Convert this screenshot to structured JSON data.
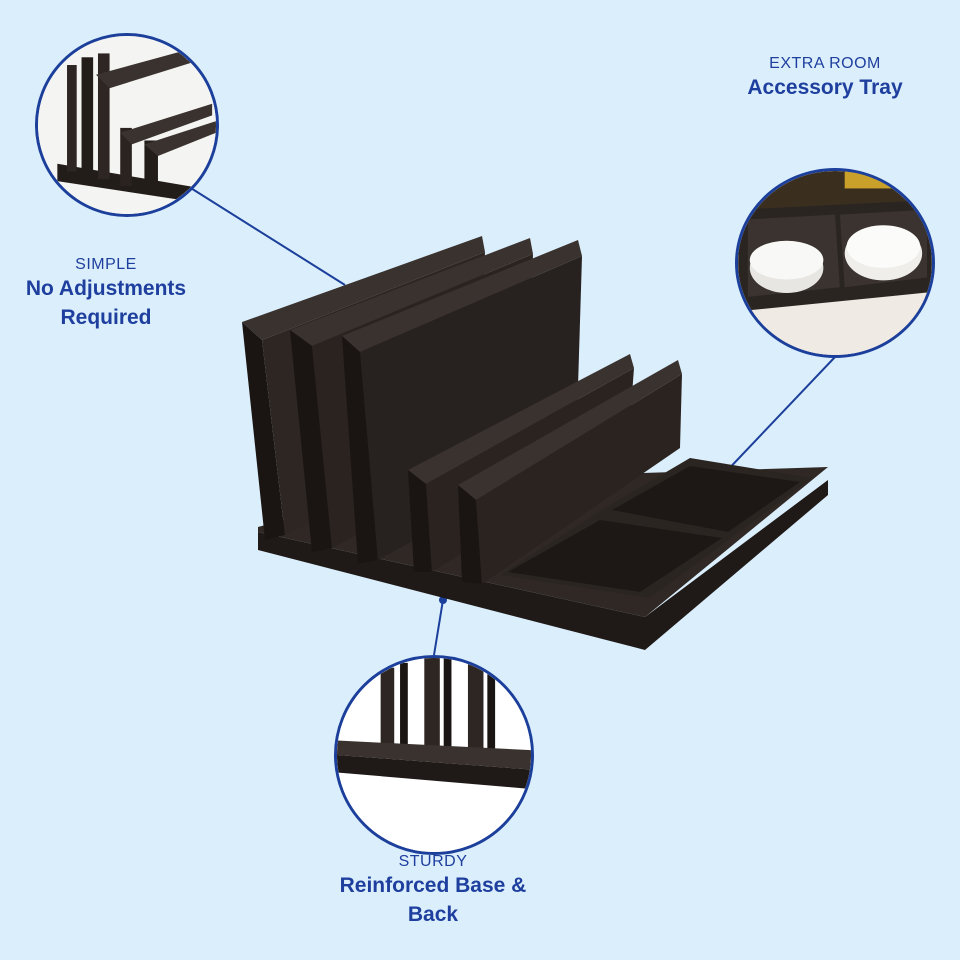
{
  "callouts": {
    "simple": {
      "eyebrow": "SIMPLE",
      "headline_line1": "No Adjustments",
      "headline_line2": "Required"
    },
    "tray": {
      "eyebrow": "EXTRA ROOM",
      "headline_line1": "Accessory Tray"
    },
    "base": {
      "eyebrow": "STURDY",
      "headline_line1": "Reinforced Base &",
      "headline_line2": "Back"
    }
  },
  "colors": {
    "background": "#dbeefc",
    "accent": "#1e3f9e",
    "product": "#2a2421"
  }
}
